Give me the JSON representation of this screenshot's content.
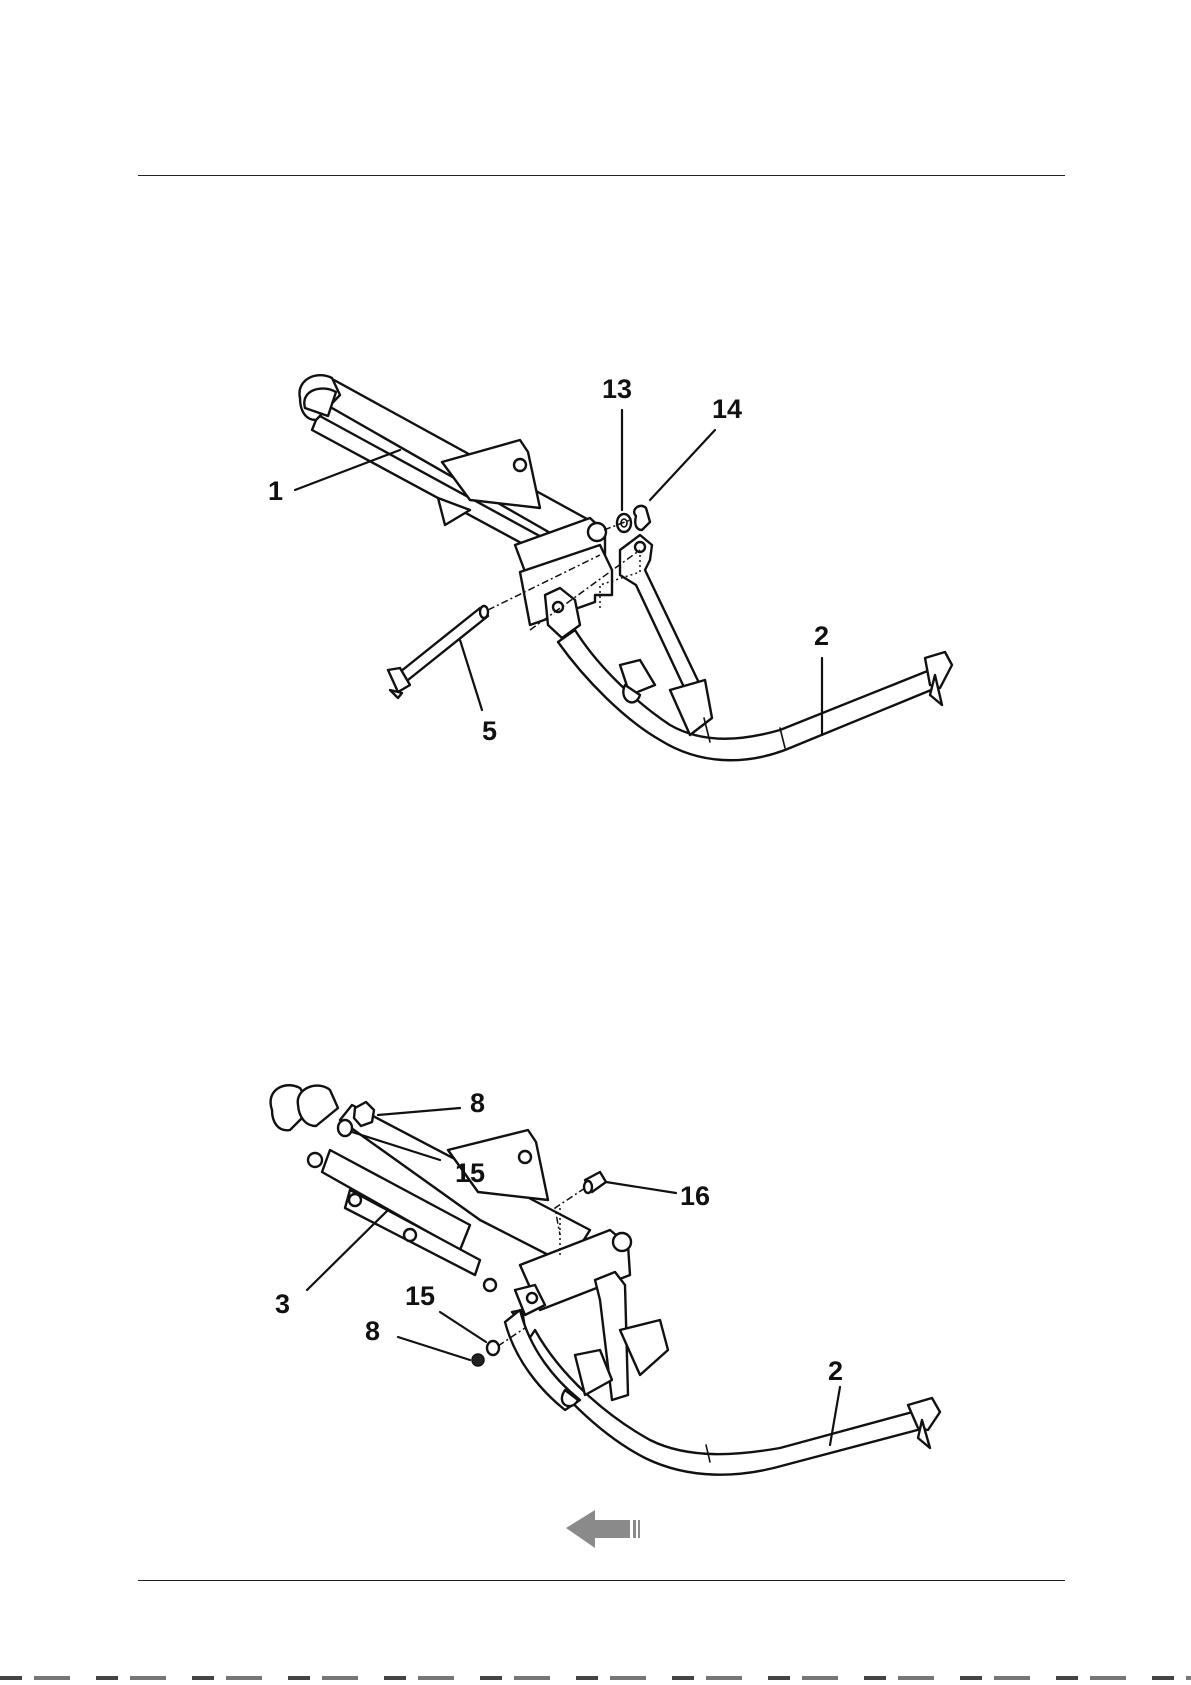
{
  "figures": [
    {
      "id": "figure-top",
      "callouts": [
        "1",
        "2",
        "5",
        "13",
        "14"
      ]
    },
    {
      "id": "figure-bottom",
      "callouts": [
        "2",
        "3",
        "8",
        "8",
        "15",
        "15",
        "16"
      ]
    }
  ],
  "callouts": {
    "top": {
      "c1": "1",
      "c2": "2",
      "c5": "5",
      "c13": "13",
      "c14": "14"
    },
    "bottom": {
      "c2": "2",
      "c3": "3",
      "c8a": "8",
      "c8b": "8",
      "c15a": "15",
      "c15b": "15",
      "c16": "16"
    }
  },
  "colors": {
    "line": "#111111",
    "paper": "#ffffff",
    "arrow": "#8a8a8a"
  },
  "icons": {
    "direction_arrow": "arrow-left-icon"
  }
}
